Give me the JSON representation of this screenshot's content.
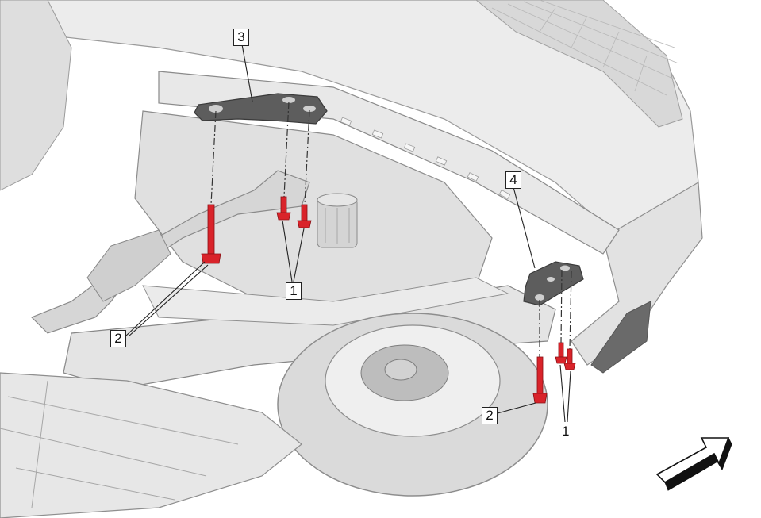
{
  "diagram": {
    "callouts": [
      {
        "id": "c3",
        "label": "3"
      },
      {
        "id": "c4",
        "label": "4"
      },
      {
        "id": "c1-center",
        "label": "1"
      },
      {
        "id": "c2-left",
        "label": "2"
      },
      {
        "id": "c2-right",
        "label": "2"
      },
      {
        "id": "c1-right",
        "label": "1"
      }
    ],
    "colors": {
      "fastener": "#d9232a",
      "bracket": "#5d5d5d",
      "body": "#e6e6e6",
      "outline": "#8c8c8c",
      "tire": "#dcdcdc"
    },
    "direction_indicator": "arrow-icon"
  }
}
